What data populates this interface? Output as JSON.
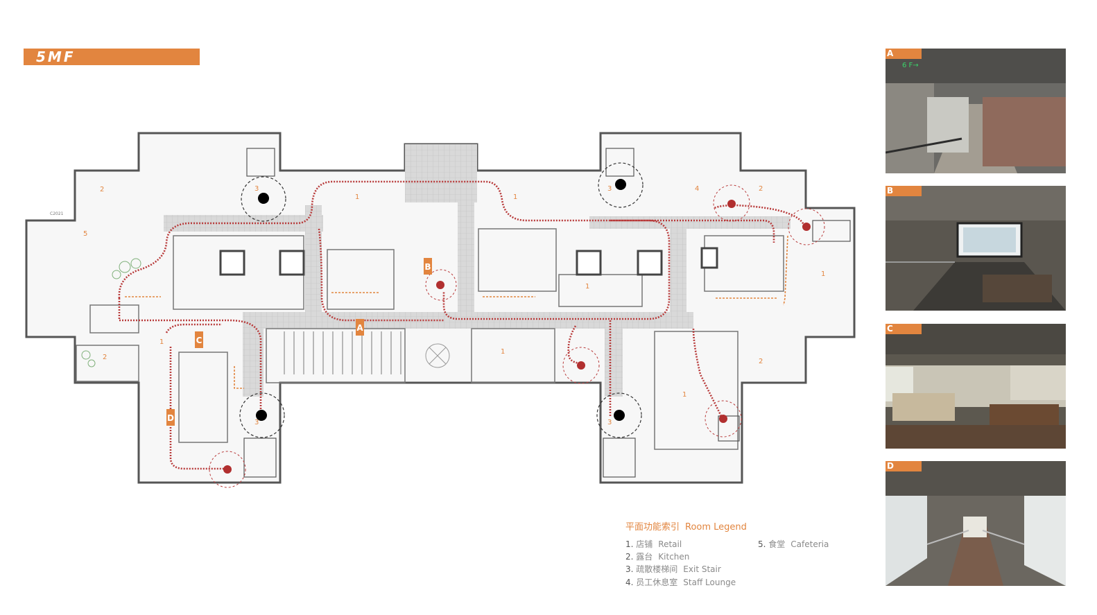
{
  "title": "5MF",
  "plan": {
    "markers": [
      "A",
      "B",
      "C",
      "D"
    ],
    "room_numbers": {
      "n1": "1",
      "n2": "2",
      "n3": "3",
      "n4": "4",
      "n5": "5"
    },
    "small_label": "C2021"
  },
  "legend": {
    "title_cn": "平面功能索引",
    "title_en": "Room Legend",
    "items": [
      {
        "num": "1.",
        "cn": "店铺",
        "en": "Retail"
      },
      {
        "num": "2.",
        "cn": "露台",
        "en": "Kitchen"
      },
      {
        "num": "3.",
        "cn": "疏散楼梯间",
        "en": "Exit Stair"
      },
      {
        "num": "4.",
        "cn": "员工休息室",
        "en": "Staff Lounge"
      },
      {
        "num": "5.",
        "cn": "食堂",
        "en": "Cafeteria"
      }
    ]
  },
  "photos": [
    {
      "tag": "A",
      "sign": "6 F→"
    },
    {
      "tag": "B"
    },
    {
      "tag": "C"
    },
    {
      "tag": "D"
    }
  ],
  "colors": {
    "accent": "#e2853f",
    "route_red": "#b83a3a",
    "wall": "#555555",
    "corridor": "#d6d6d6"
  }
}
